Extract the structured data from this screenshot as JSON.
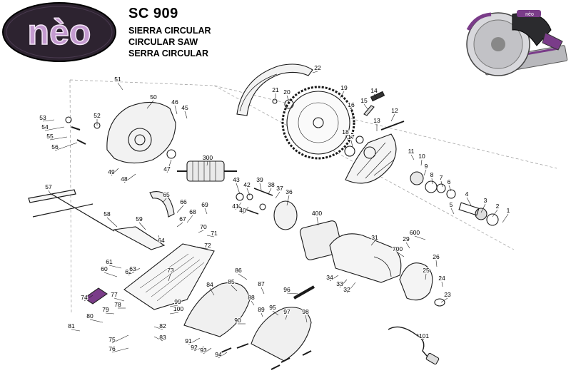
{
  "header": {
    "brand": "nèo",
    "model": "SC 909",
    "names": [
      "SIERRA CIRCULAR",
      "CIRCULAR SAW",
      "SERRA CIRCULAR"
    ]
  },
  "colors": {
    "logo_bg": "#2d2330",
    "logo_text": "#c49ad0",
    "accent": "#7a3c89",
    "line": "#1a1a1a",
    "dash": "#888888"
  },
  "diagram": {
    "callouts": [
      {
        "id": "c1",
        "label": "1"
      },
      {
        "id": "c2",
        "label": "2"
      },
      {
        "id": "c3",
        "label": "3"
      },
      {
        "id": "c4",
        "label": "4"
      },
      {
        "id": "c5",
        "label": "5"
      },
      {
        "id": "c6",
        "label": "6"
      },
      {
        "id": "c7",
        "label": "7"
      },
      {
        "id": "c8",
        "label": "8"
      },
      {
        "id": "c9",
        "label": "9"
      },
      {
        "id": "c10",
        "label": "10"
      },
      {
        "id": "c11",
        "label": "11"
      },
      {
        "id": "c12",
        "label": "12"
      },
      {
        "id": "c13",
        "label": "13"
      },
      {
        "id": "c14",
        "label": "14"
      },
      {
        "id": "c15",
        "label": "15"
      },
      {
        "id": "c16",
        "label": "16"
      },
      {
        "id": "c17",
        "label": "17"
      },
      {
        "id": "c18",
        "label": "18"
      },
      {
        "id": "c19",
        "label": "19"
      },
      {
        "id": "c20",
        "label": "20"
      },
      {
        "id": "c21",
        "label": "21"
      },
      {
        "id": "c22",
        "label": "22"
      },
      {
        "id": "c23",
        "label": "23"
      },
      {
        "id": "c24",
        "label": "24"
      },
      {
        "id": "c25",
        "label": "25"
      },
      {
        "id": "c26",
        "label": "26"
      },
      {
        "id": "c29",
        "label": "29"
      },
      {
        "id": "c31",
        "label": "31"
      },
      {
        "id": "c32",
        "label": "32"
      },
      {
        "id": "c33",
        "label": "33"
      },
      {
        "id": "c34",
        "label": "34"
      },
      {
        "id": "c36",
        "label": "36"
      },
      {
        "id": "c37",
        "label": "37"
      },
      {
        "id": "c38",
        "label": "38"
      },
      {
        "id": "c39",
        "label": "39"
      },
      {
        "id": "c40",
        "label": "40"
      },
      {
        "id": "c41",
        "label": "41"
      },
      {
        "id": "c42",
        "label": "42"
      },
      {
        "id": "c43",
        "label": "43"
      },
      {
        "id": "c45",
        "label": "45"
      },
      {
        "id": "c46",
        "label": "46"
      },
      {
        "id": "c47",
        "label": "47"
      },
      {
        "id": "c48",
        "label": "48"
      },
      {
        "id": "c49",
        "label": "49"
      },
      {
        "id": "c50",
        "label": "50"
      },
      {
        "id": "c51",
        "label": "51"
      },
      {
        "id": "c52",
        "label": "52"
      },
      {
        "id": "c53",
        "label": "53"
      },
      {
        "id": "c54",
        "label": "54"
      },
      {
        "id": "c55",
        "label": "55"
      },
      {
        "id": "c56",
        "label": "56"
      },
      {
        "id": "c57",
        "label": "57"
      },
      {
        "id": "c58",
        "label": "58"
      },
      {
        "id": "c59",
        "label": "59"
      },
      {
        "id": "c60",
        "label": "60"
      },
      {
        "id": "c61",
        "label": "61"
      },
      {
        "id": "c62",
        "label": "62"
      },
      {
        "id": "c63",
        "label": "63"
      },
      {
        "id": "c64",
        "label": "64"
      },
      {
        "id": "c65",
        "label": "65"
      },
      {
        "id": "c66",
        "label": "66"
      },
      {
        "id": "c67",
        "label": "67"
      },
      {
        "id": "c68",
        "label": "68"
      },
      {
        "id": "c69",
        "label": "69"
      },
      {
        "id": "c70",
        "label": "70"
      },
      {
        "id": "c71",
        "label": "71"
      },
      {
        "id": "c72",
        "label": "72"
      },
      {
        "id": "c73",
        "label": "73"
      },
      {
        "id": "c74",
        "label": "74"
      },
      {
        "id": "c75",
        "label": "75"
      },
      {
        "id": "c76",
        "label": "76"
      },
      {
        "id": "c77",
        "label": "77"
      },
      {
        "id": "c78",
        "label": "78"
      },
      {
        "id": "c79",
        "label": "79"
      },
      {
        "id": "c80",
        "label": "80"
      },
      {
        "id": "c81",
        "label": "81"
      },
      {
        "id": "c82",
        "label": "82"
      },
      {
        "id": "c83",
        "label": "83"
      },
      {
        "id": "c84",
        "label": "84"
      },
      {
        "id": "c85",
        "label": "85"
      },
      {
        "id": "c86",
        "label": "86"
      },
      {
        "id": "c87",
        "label": "87"
      },
      {
        "id": "c88",
        "label": "88"
      },
      {
        "id": "c89",
        "label": "89"
      },
      {
        "id": "c90",
        "label": "90"
      },
      {
        "id": "c91",
        "label": "91"
      },
      {
        "id": "c92",
        "label": "92"
      },
      {
        "id": "c93",
        "label": "93"
      },
      {
        "id": "c94",
        "label": "94"
      },
      {
        "id": "c95",
        "label": "95"
      },
      {
        "id": "c96",
        "label": "96"
      },
      {
        "id": "c97",
        "label": "97"
      },
      {
        "id": "c98",
        "label": "98"
      },
      {
        "id": "c99",
        "label": "99"
      },
      {
        "id": "c100",
        "label": "100"
      },
      {
        "id": "c101",
        "label": "101"
      },
      {
        "id": "c300",
        "label": "300"
      },
      {
        "id": "c400",
        "label": "400"
      },
      {
        "id": "c600",
        "label": "600"
      },
      {
        "id": "c700",
        "label": "700"
      }
    ]
  }
}
